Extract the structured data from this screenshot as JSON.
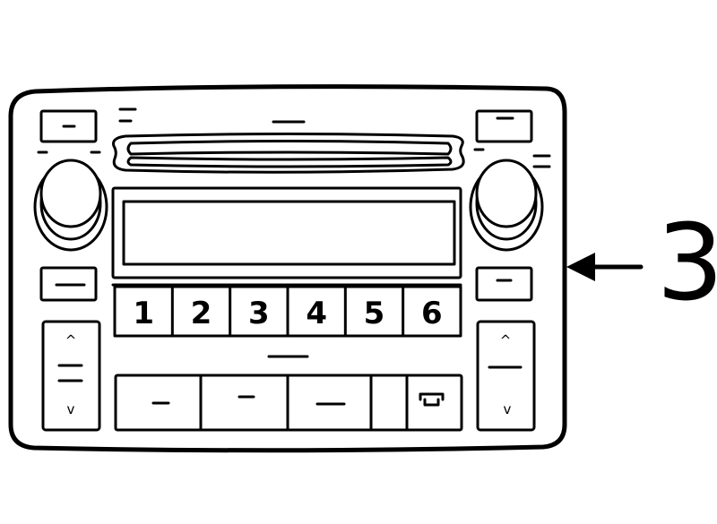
{
  "callout": {
    "label": "3"
  },
  "presets": [
    "1",
    "2",
    "3",
    "4",
    "5",
    "6"
  ],
  "seek": {
    "up_symbol": "^",
    "down_symbol": "v"
  },
  "icons": {
    "arrow": "left-arrow-icon",
    "eject": "eject-icon",
    "knob": "knob-icon"
  },
  "colors": {
    "line": "#000000",
    "background": "#ffffff"
  }
}
